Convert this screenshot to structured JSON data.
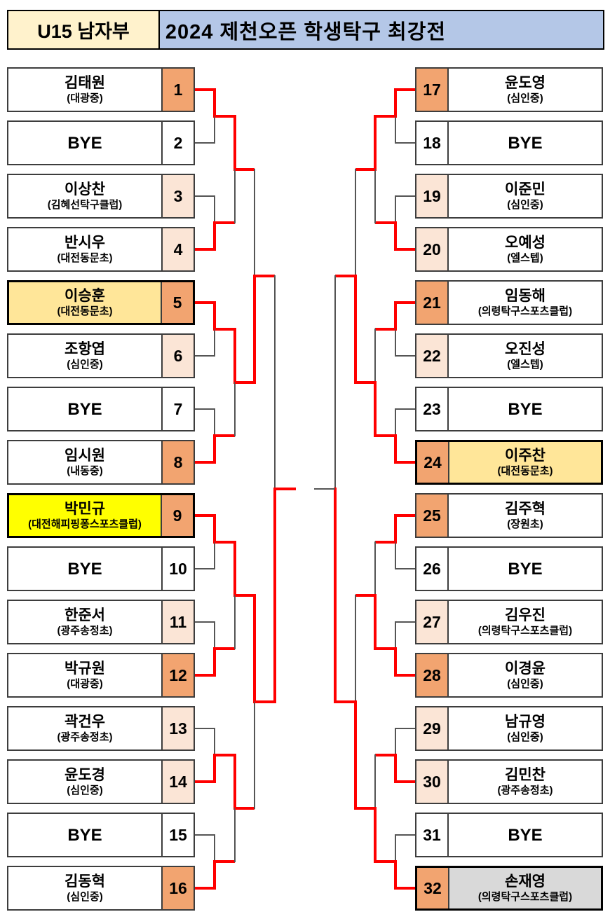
{
  "header": {
    "division": "U15 남자부",
    "title": "2024 제천오픈 학생탁구 최강전"
  },
  "colors": {
    "red_path": "#ff0000",
    "line": "#555555",
    "seed_orange": "#f2a470",
    "seed_pale": "#fbe5d6",
    "seed_none": "#ffffff",
    "box_white": "#ffffff",
    "box_champion": "#ffff00",
    "box_semifinalist": "#ffe699",
    "box_runner_up": "#d9d9d9",
    "header_division_bg": "#fff2cc",
    "header_title_bg": "#b4c7e7"
  },
  "bracket": {
    "players": [
      {
        "seed": 1,
        "name": "김태원",
        "club": "(대광중)",
        "seed_fill": "orange",
        "box_fill": "white",
        "medal_border": false
      },
      {
        "seed": 2,
        "name": "BYE",
        "club": "",
        "seed_fill": "none",
        "box_fill": "white",
        "medal_border": false
      },
      {
        "seed": 3,
        "name": "이상찬",
        "club": "(김혜선탁구클럽)",
        "seed_fill": "pale",
        "box_fill": "white",
        "medal_border": false
      },
      {
        "seed": 4,
        "name": "반시우",
        "club": "(대전동문초)",
        "seed_fill": "pale",
        "box_fill": "white",
        "medal_border": false
      },
      {
        "seed": 5,
        "name": "이승훈",
        "club": "(대전동문초)",
        "seed_fill": "orange",
        "box_fill": "semifinalist",
        "medal_border": true
      },
      {
        "seed": 6,
        "name": "조항엽",
        "club": "(심인중)",
        "seed_fill": "pale",
        "box_fill": "white",
        "medal_border": false
      },
      {
        "seed": 7,
        "name": "BYE",
        "club": "",
        "seed_fill": "none",
        "box_fill": "white",
        "medal_border": false
      },
      {
        "seed": 8,
        "name": "임시원",
        "club": "(내동중)",
        "seed_fill": "orange",
        "box_fill": "white",
        "medal_border": false
      },
      {
        "seed": 9,
        "name": "박민규",
        "club": "(대전해피핑퐁스포츠클럽)",
        "seed_fill": "orange",
        "box_fill": "champion",
        "medal_border": true
      },
      {
        "seed": 10,
        "name": "BYE",
        "club": "",
        "seed_fill": "none",
        "box_fill": "white",
        "medal_border": false
      },
      {
        "seed": 11,
        "name": "한준서",
        "club": "(광주송정초)",
        "seed_fill": "pale",
        "box_fill": "white",
        "medal_border": false
      },
      {
        "seed": 12,
        "name": "박규원",
        "club": "(대광중)",
        "seed_fill": "orange",
        "box_fill": "white",
        "medal_border": false
      },
      {
        "seed": 13,
        "name": "곽건우",
        "club": "(광주송정초)",
        "seed_fill": "pale",
        "box_fill": "white",
        "medal_border": false
      },
      {
        "seed": 14,
        "name": "윤도경",
        "club": "(심인중)",
        "seed_fill": "pale",
        "box_fill": "white",
        "medal_border": false
      },
      {
        "seed": 15,
        "name": "BYE",
        "club": "",
        "seed_fill": "none",
        "box_fill": "white",
        "medal_border": false
      },
      {
        "seed": 16,
        "name": "김동혁",
        "club": "(심인중)",
        "seed_fill": "orange",
        "box_fill": "white",
        "medal_border": false
      },
      {
        "seed": 17,
        "name": "윤도영",
        "club": "(심인중)",
        "seed_fill": "orange",
        "box_fill": "white",
        "medal_border": false
      },
      {
        "seed": 18,
        "name": "BYE",
        "club": "",
        "seed_fill": "none",
        "box_fill": "white",
        "medal_border": false
      },
      {
        "seed": 19,
        "name": "이준민",
        "club": "(심인중)",
        "seed_fill": "pale",
        "box_fill": "white",
        "medal_border": false
      },
      {
        "seed": 20,
        "name": "오예성",
        "club": "(엘스텝)",
        "seed_fill": "pale",
        "box_fill": "white",
        "medal_border": false
      },
      {
        "seed": 21,
        "name": "임동해",
        "club": "(의령탁구스포츠클럽)",
        "seed_fill": "orange",
        "box_fill": "white",
        "medal_border": false
      },
      {
        "seed": 22,
        "name": "오진성",
        "club": "(엘스텝)",
        "seed_fill": "pale",
        "box_fill": "white",
        "medal_border": false
      },
      {
        "seed": 23,
        "name": "BYE",
        "club": "",
        "seed_fill": "none",
        "box_fill": "white",
        "medal_border": false
      },
      {
        "seed": 24,
        "name": "이주찬",
        "club": "(대전동문초)",
        "seed_fill": "orange",
        "box_fill": "semifinalist",
        "medal_border": true
      },
      {
        "seed": 25,
        "name": "김주혁",
        "club": "(장원초)",
        "seed_fill": "orange",
        "box_fill": "white",
        "medal_border": false
      },
      {
        "seed": 26,
        "name": "BYE",
        "club": "",
        "seed_fill": "none",
        "box_fill": "white",
        "medal_border": false
      },
      {
        "seed": 27,
        "name": "김우진",
        "club": "(의령탁구스포츠클럽)",
        "seed_fill": "pale",
        "box_fill": "white",
        "medal_border": false
      },
      {
        "seed": 28,
        "name": "이경윤",
        "club": "(심인중)",
        "seed_fill": "orange",
        "box_fill": "white",
        "medal_border": false
      },
      {
        "seed": 29,
        "name": "남규영",
        "club": "(심인중)",
        "seed_fill": "pale",
        "box_fill": "white",
        "medal_border": false
      },
      {
        "seed": 30,
        "name": "김민찬",
        "club": "(광주송정초)",
        "seed_fill": "pale",
        "box_fill": "white",
        "medal_border": false
      },
      {
        "seed": 31,
        "name": "BYE",
        "club": "",
        "seed_fill": "none",
        "box_fill": "white",
        "medal_border": false
      },
      {
        "seed": 32,
        "name": "손재영",
        "club": "(의령탁구스포츠클럽)",
        "seed_fill": "orange",
        "box_fill": "runner_up",
        "medal_border": true
      }
    ],
    "results": {
      "round1_winners": [
        1,
        4,
        5,
        8,
        9,
        12,
        14,
        16,
        17,
        20,
        21,
        24,
        25,
        28,
        30,
        32
      ],
      "round2_winners": [
        1,
        5,
        9,
        14,
        17,
        24,
        28,
        32
      ],
      "quarterfinal_winners": [
        5,
        9,
        24,
        32
      ],
      "semifinal_winners": [
        9,
        32
      ],
      "final_winner": 9
    }
  }
}
